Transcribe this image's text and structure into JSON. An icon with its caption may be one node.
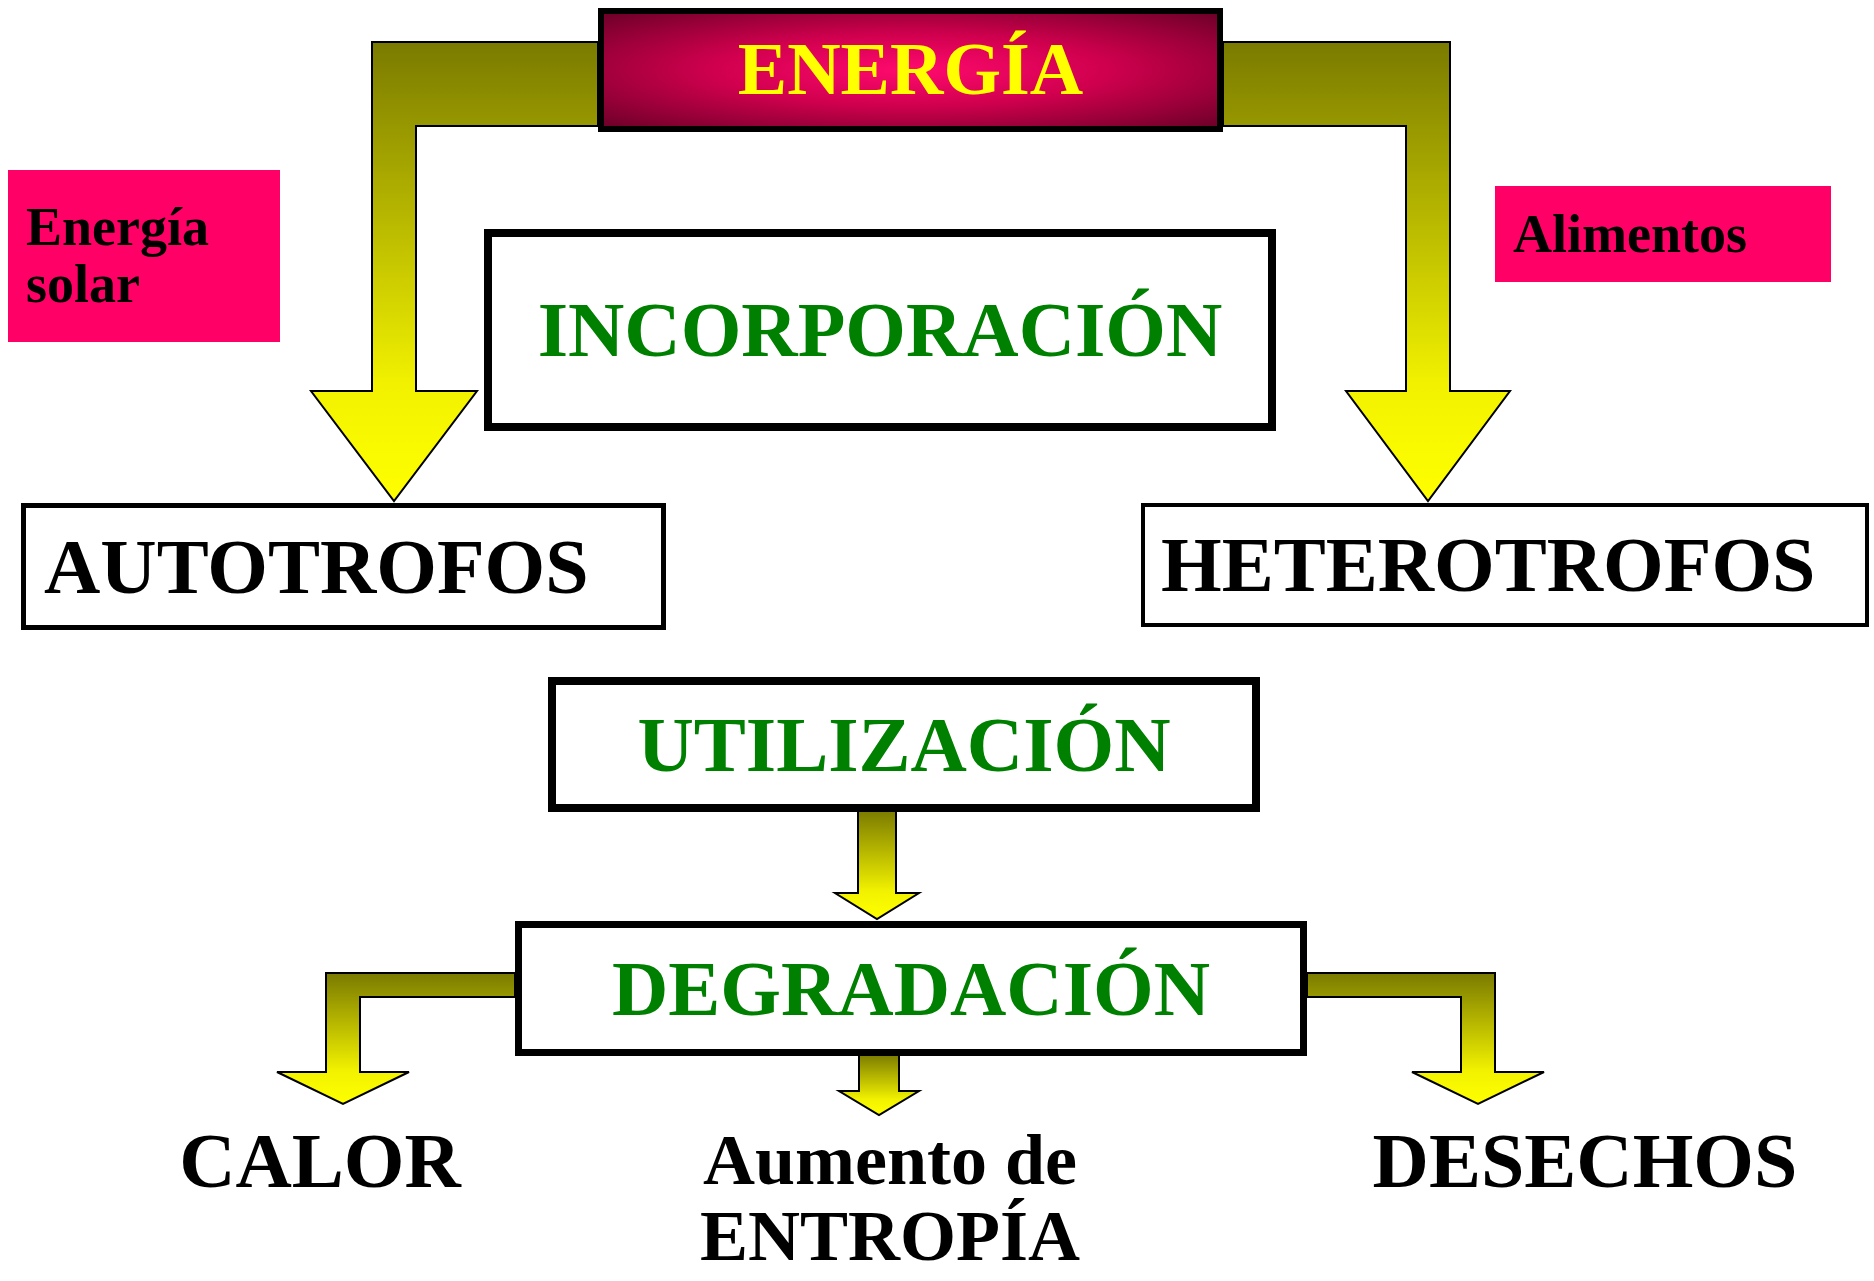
{
  "diagram": {
    "nodes": [
      {
        "text": [
          "ENERGÍA"
        ]
      },
      {
        "text": [
          "Energía solar"
        ]
      },
      {
        "text": [
          "Alimentos"
        ]
      },
      {
        "text": [
          "INCORPORACIÓN"
        ]
      },
      {
        "text": [
          "AUTOTROFOS"
        ]
      },
      {
        "text": [
          "HETEROTROFOS"
        ]
      },
      {
        "text": [
          "UTILIZACIÓN"
        ]
      },
      {
        "text": [
          "DEGRADACIÓN"
        ]
      },
      {
        "text": [
          "CALOR"
        ]
      },
      {
        "text": [
          "Aumento de ENTROPÍA"
        ]
      },
      {
        "text": [
          "DESECHOS"
        ]
      }
    ],
    "edges": [
      {
        "from": 0,
        "to": 4,
        "arrow": "to"
      },
      {
        "from": 0,
        "to": 5,
        "arrow": "to"
      },
      {
        "from": 6,
        "to": 7,
        "arrow": "to"
      },
      {
        "from": 7,
        "to": 8,
        "arrow": "to"
      },
      {
        "from": 7,
        "to": 9,
        "arrow": "to"
      },
      {
        "from": 7,
        "to": 10,
        "arrow": "to"
      }
    ]
  }
}
